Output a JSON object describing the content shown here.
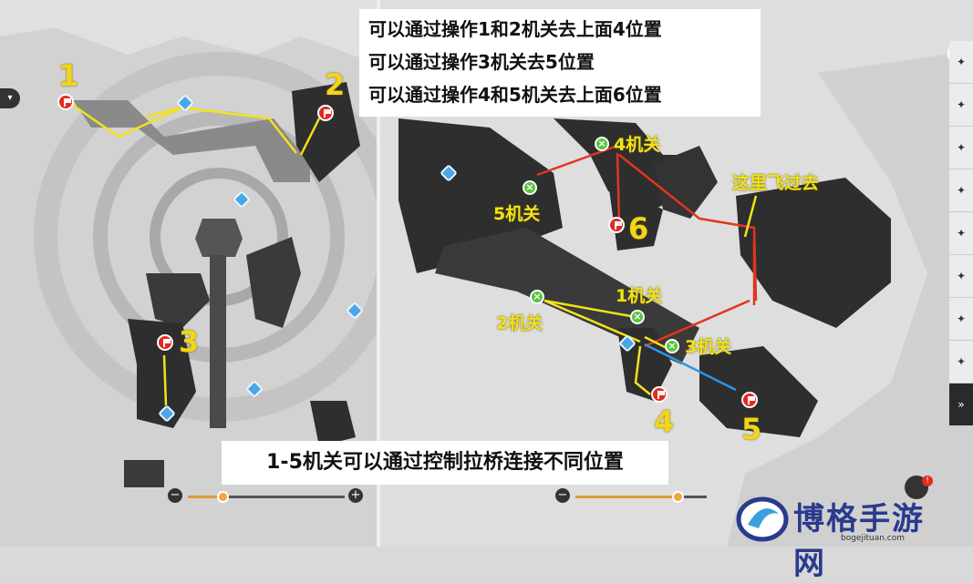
{
  "captions": {
    "top_lines": [
      "可以通过操作1和2机关去上面4位置",
      "可以通过操作3机关去5位置",
      "可以通过操作4和5机关去上面6位置"
    ],
    "bottom": "1-5机关可以通过控制拉桥连接不同位置",
    "fly": "这里飞过去"
  },
  "left_map": {
    "markers": [
      {
        "num": "1"
      },
      {
        "num": "2"
      },
      {
        "num": "3"
      }
    ],
    "zoom": {
      "minus": "−",
      "plus": "+",
      "level": 0.22
    }
  },
  "right_map": {
    "markers": [
      {
        "num": "4"
      },
      {
        "num": "5"
      },
      {
        "num": "6"
      }
    ],
    "mechanisms": [
      {
        "label": "1机关"
      },
      {
        "label": "2机关"
      },
      {
        "label": "3机关"
      },
      {
        "label": "4机关"
      },
      {
        "label": "5机关"
      }
    ],
    "zoom": {
      "minus": "−",
      "level": 0.78
    }
  },
  "sidebar": {
    "items": [
      "✦",
      "✦",
      "✦",
      "✦",
      "✦",
      "✦",
      "✦",
      "✦",
      "»"
    ]
  },
  "brand": {
    "name": "博格手游网",
    "url": "bogejituan.com"
  },
  "colors": {
    "route_yellow": "#f2e21a",
    "route_red": "#e2351f",
    "route_blue": "#2f95e0",
    "flag_red": "#e22b20",
    "mechanism_green": "#58c43e"
  }
}
